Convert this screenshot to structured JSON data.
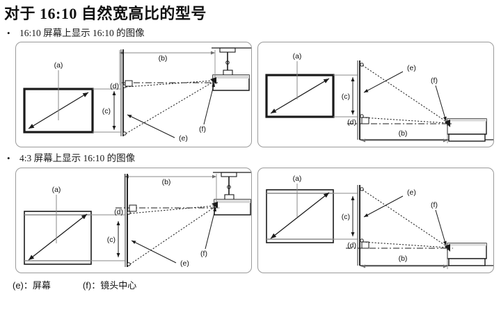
{
  "document": {
    "title": "对于 16:10 自然宽高比的型号",
    "bullets": [
      {
        "marker": "•",
        "text": "16:10 屏幕上显示 16:10 的图像"
      },
      {
        "marker": "•",
        "text": "4:3 屏幕上显示 16:10 的图像"
      }
    ],
    "legend": [
      {
        "key": "(e)",
        "sep": "：",
        "text": "屏幕"
      },
      {
        "key": "(f)",
        "sep": "：",
        "text": "镜头中心"
      }
    ]
  },
  "panels": [
    {
      "id": "panel-1610-ceiling",
      "screen_ratio": "16:10",
      "mount": "ceiling",
      "labels": {
        "a": "(a)",
        "b": "(b)",
        "c": "(c)",
        "d": "(d)",
        "e": "(e)",
        "f": "(f)"
      }
    },
    {
      "id": "panel-1610-table",
      "screen_ratio": "16:10",
      "mount": "table",
      "labels": {
        "a": "(a)",
        "b": "(b)",
        "c": "(c)",
        "d": "(d)",
        "e": "(e)",
        "f": "(f)"
      }
    },
    {
      "id": "panel-43-ceiling",
      "screen_ratio": "4:3",
      "mount": "ceiling",
      "labels": {
        "a": "(a)",
        "b": "(b)",
        "c": "(c)",
        "d": "(d)",
        "e": "(e)",
        "f": "(f)"
      }
    },
    {
      "id": "panel-43-table",
      "screen_ratio": "4:3",
      "mount": "table",
      "labels": {
        "a": "(a)",
        "b": "(b)",
        "c": "(c)",
        "d": "(d)",
        "e": "(e)",
        "f": "(f)"
      }
    }
  ],
  "colors": {
    "panel_border": "#9a9a9a",
    "line": "#1a1a1a",
    "screen_frame": "#1a1a1a",
    "dimension_gray": "#8a8a8a",
    "text": "#111111"
  }
}
